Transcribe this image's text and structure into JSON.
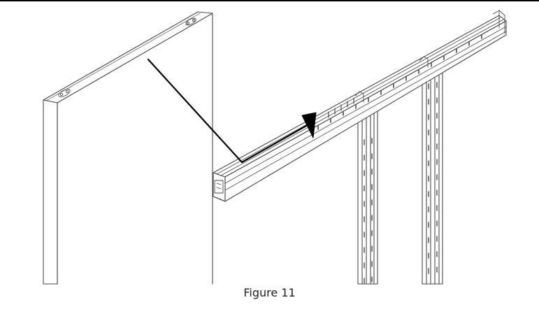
{
  "caption": "Figure 11",
  "colors": {
    "line": "#4a4a4a",
    "arrow": "#000000",
    "background": "#ffffff"
  },
  "parts": {
    "panel": "side-panel",
    "rail": "top-mounting-rail",
    "uprights": "vertical-uprights"
  }
}
